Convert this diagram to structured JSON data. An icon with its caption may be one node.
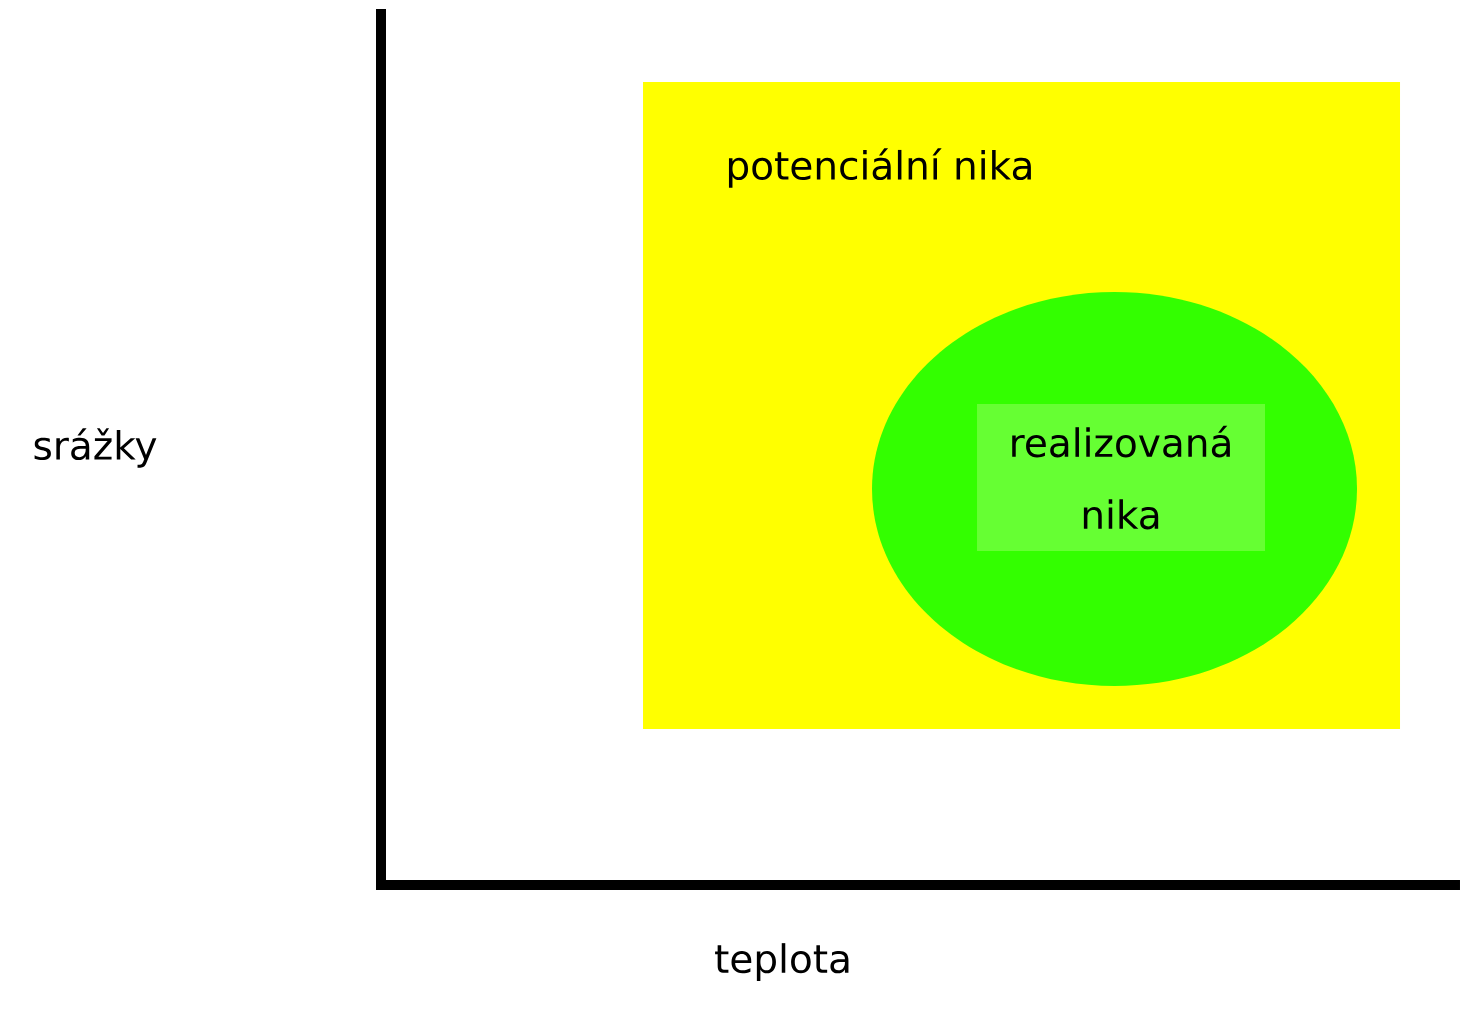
{
  "diagram": {
    "nodes": [
      {
        "text": [
          "potenciální nika"
        ]
      },
      {
        "text": [],
        "shape": "ellipse",
        "in": 0
      },
      {
        "text": [
          "realizovaná nika"
        ],
        "in": 1
      }
    ],
    "labels": [
      "srážky",
      "teplota"
    ]
  }
}
